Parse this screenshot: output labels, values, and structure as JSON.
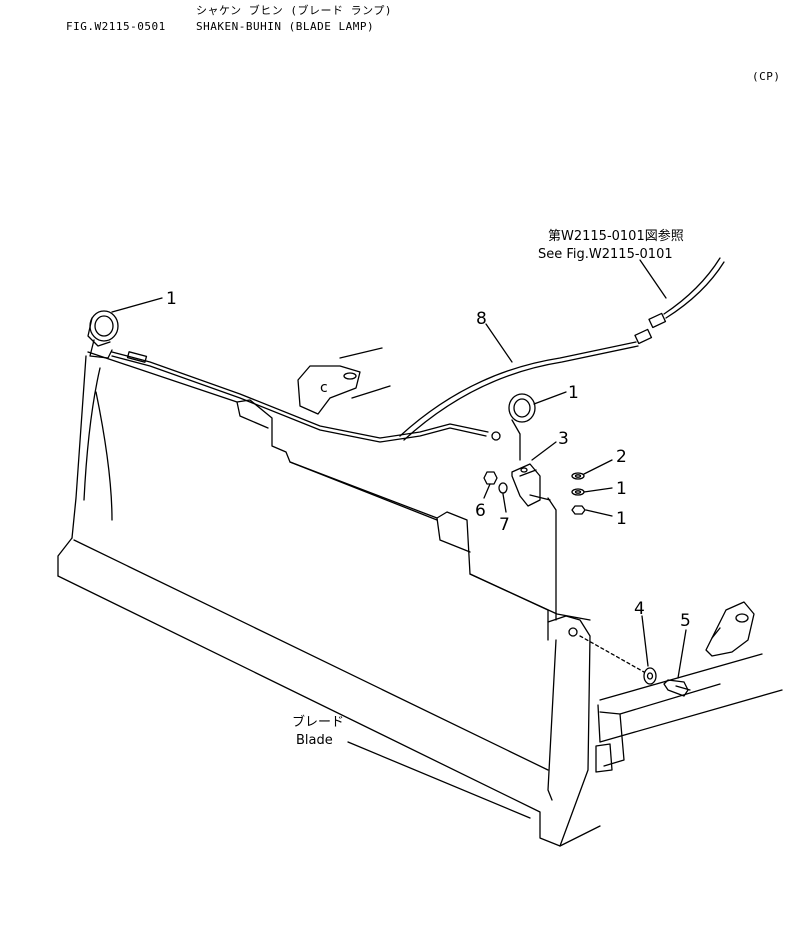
{
  "header": {
    "kana_line": "シャケン ブヒン (ブレード ランプ)",
    "fig_number": "FIG.W2115-0501",
    "fig_title": "SHAKEN-BUHIN (BLADE LAMP)",
    "code": "(CP)"
  },
  "reference": {
    "jp": "第W2115-0101図参照",
    "en": "See Fig.W2115-0101"
  },
  "blade_label": {
    "jp": "ブレード",
    "en": "Blade"
  },
  "callouts": [
    "1",
    "8",
    "1",
    "3",
    "2",
    "1",
    "1",
    "6",
    "7",
    "4",
    "5"
  ]
}
